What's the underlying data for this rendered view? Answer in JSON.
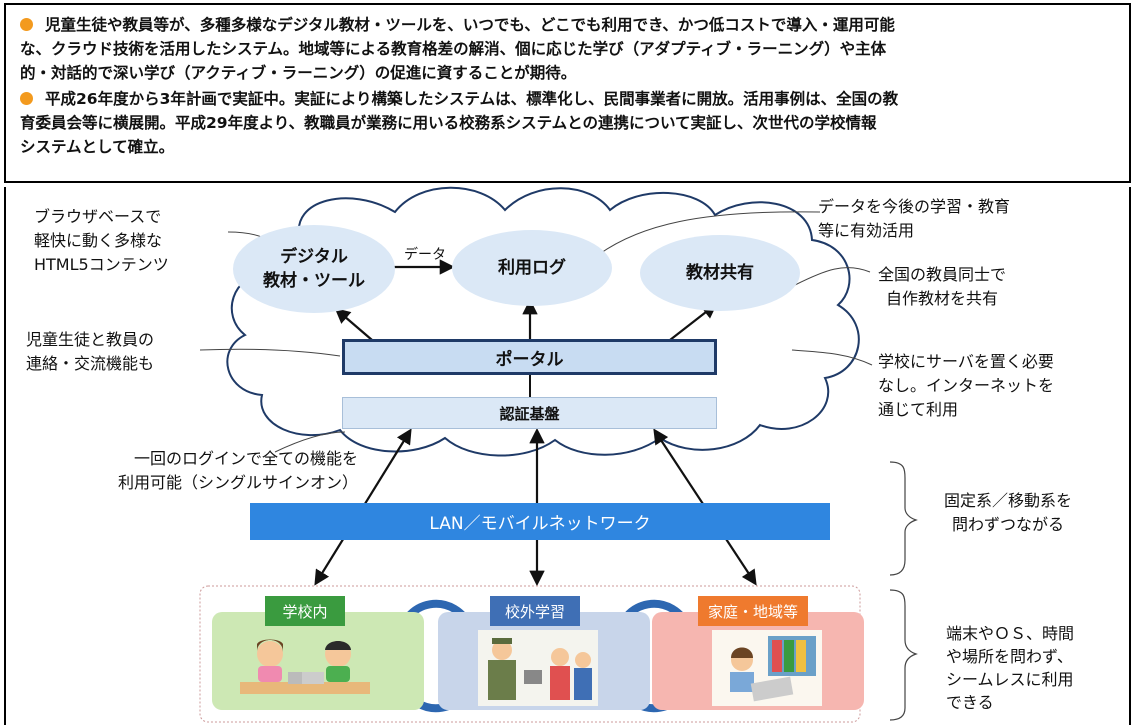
{
  "summary": {
    "bullet1_line1": "児童生徒や教員等が、多種多様なデジタル教材・ツールを、いつでも、どこでも利用でき、かつ低コストで導入・運用可能",
    "bullet1_line2": "な、クラウド技術を活用したシステム。地域等による教育格差の解消、個に応じた学び（アダプティブ・ラーニング）や主体",
    "bullet1_line3": "的・対話的で深い学び（アクティブ・ラーニング）の促進に資することが期待。",
    "bullet2_line1": "平成26年度から3年計画で実証中。実証により構築したシステムは、標準化し、民間事業者に開放。活用事例は、全国の教",
    "bullet2_line2": "育委員会等に横展開。平成29年度より、教職員が業務に用いる校務系システムとの連携について実証し、次世代の学校情報",
    "bullet2_line3": "システムとして確立。",
    "bullet_color": "#f39a1e"
  },
  "cloud": {
    "digital_l1": "デジタル",
    "digital_l2": "教材・ツール",
    "data_arrow": "データ",
    "usage_log": "利用ログ",
    "material_share": "教材共有",
    "portal": "ポータル",
    "auth": "認証基盤"
  },
  "callouts": {
    "browser_l1": "ブラウザベースで",
    "browser_l2": "軽快に動く多様な",
    "browser_l3": "HTML5コンテンツ",
    "data_use_l1": "データを今後の学習・教育",
    "data_use_l2": "等に有効活用",
    "teacher_l1": "全国の教員同士で",
    "teacher_l2": "自作教材を共有",
    "contact_l1": "児童生徒と教員の",
    "contact_l2": "連絡・交流機能も",
    "server_l1": "学校にサーバを置く必要",
    "server_l2": "なし。インターネットを",
    "server_l3": "通じて利用",
    "sso_l1": "一回のログインで全ての機能を",
    "sso_l2": "利用可能（シングルサインオン）",
    "net_l1": "固定系／移動系を",
    "net_l2": "問わずつながる",
    "device_l1": "端末やＯＳ、時間",
    "device_l2": "や場所を問わず、",
    "device_l3": "シームレスに利用",
    "device_l4": "できる"
  },
  "network": {
    "label": "LAN／モバイルネットワーク"
  },
  "places": {
    "school": "学校内",
    "outside": "校外学習",
    "home": "家庭・地域等"
  },
  "colors": {
    "cloud_fill": "#dbe8f6",
    "network_bar": "#2f86e0",
    "school_tag": "#3a9b3f",
    "outside_tag": "#3f6fb5",
    "home_tag": "#ef7a2e",
    "school_panel": "#cde8b4",
    "outside_panel": "#c8d5ea",
    "home_panel": "#f6b6b0"
  }
}
